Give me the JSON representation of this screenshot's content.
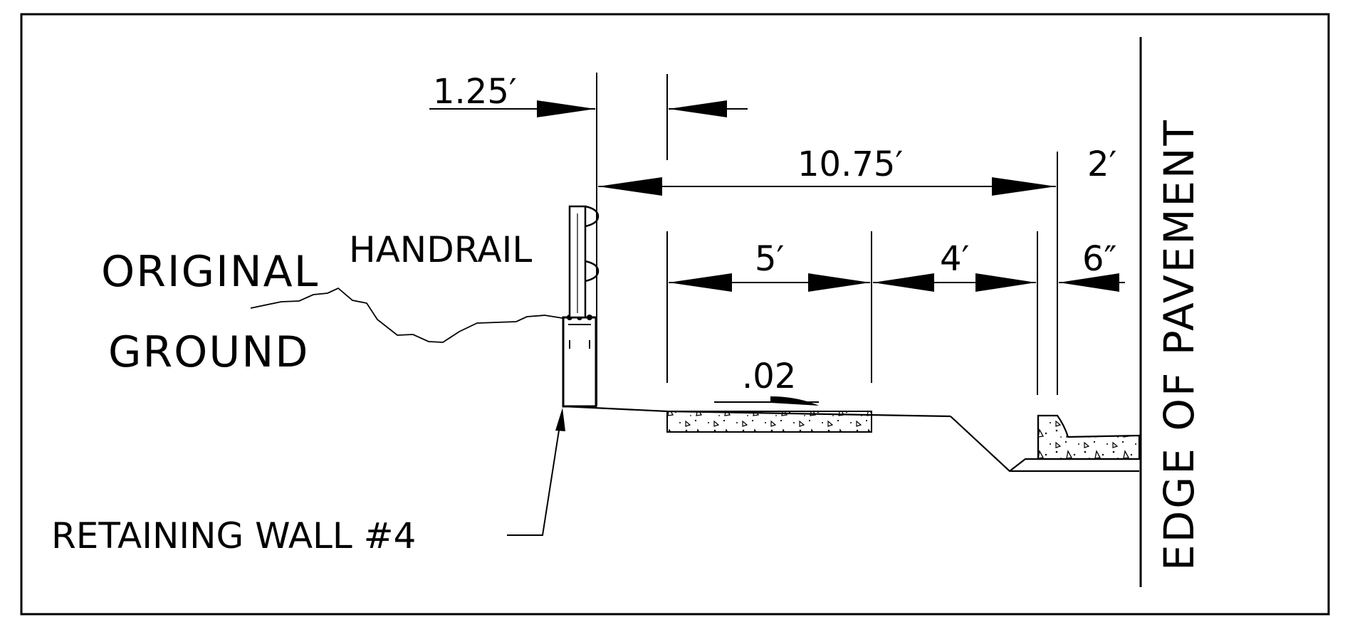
{
  "labels": {
    "original_line1": "ORIGINAL",
    "original_line2": "GROUND",
    "handrail": "HANDRAIL",
    "retaining_wall": "RETAINING  WALL #4",
    "edge_of_pavement": "EDGE OF PAVEMENT"
  },
  "dimensions": {
    "d_1_25": "1.25′",
    "d_10_75": "10.75′",
    "d_2": "2′",
    "d_5": "5′",
    "d_4": "4′",
    "d_6in": "6″",
    "slope": ".02"
  }
}
